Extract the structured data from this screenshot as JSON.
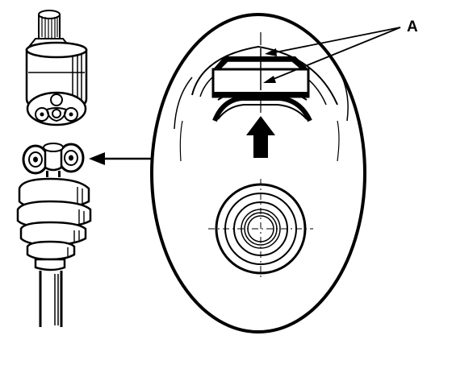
{
  "diagram": {
    "callouts": [
      {
        "id": "A",
        "label": "A"
      }
    ],
    "colors": {
      "ink": "#000000",
      "paper": "#ffffff"
    },
    "icons": [
      "arrow-right-to-left",
      "arrow-up"
    ]
  }
}
